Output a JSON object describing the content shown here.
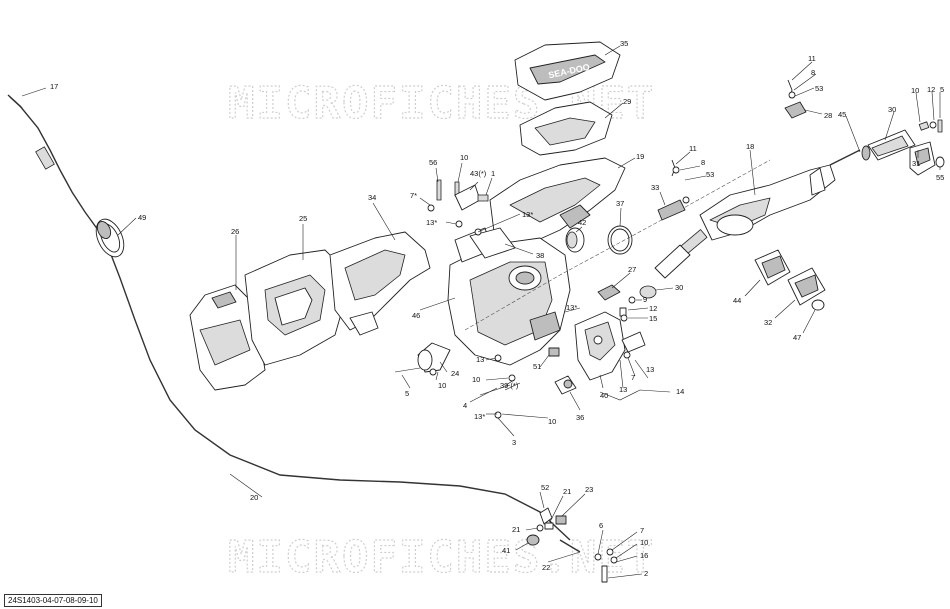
{
  "watermark": "MICROFICHES.NET",
  "reference": "24S1403-04-07-08-09-10",
  "logo_text": "SEA-DOO",
  "callouts": [
    {
      "id": "17",
      "label": "17"
    },
    {
      "id": "49",
      "label": "49"
    },
    {
      "id": "20",
      "label": "20"
    },
    {
      "id": "26",
      "label": "26"
    },
    {
      "id": "25",
      "label": "25"
    },
    {
      "id": "34",
      "label": "34"
    },
    {
      "id": "46",
      "label": "46"
    },
    {
      "id": "5",
      "label": "5"
    },
    {
      "id": "10a",
      "label": "10"
    },
    {
      "id": "24",
      "label": "24"
    },
    {
      "id": "7s",
      "label": "7*"
    },
    {
      "id": "56",
      "label": "56"
    },
    {
      "id": "10b",
      "label": "10"
    },
    {
      "id": "43",
      "label": "43(*)"
    },
    {
      "id": "1",
      "label": "1"
    },
    {
      "id": "13a",
      "label": "13*"
    },
    {
      "id": "13b",
      "label": "13*"
    },
    {
      "id": "38",
      "label": "38"
    },
    {
      "id": "35",
      "label": "35"
    },
    {
      "id": "29",
      "label": "29"
    },
    {
      "id": "19",
      "label": "19"
    },
    {
      "id": "42",
      "label": "42"
    },
    {
      "id": "37",
      "label": "37"
    },
    {
      "id": "27",
      "label": "27"
    },
    {
      "id": "13c",
      "label": "13*"
    },
    {
      "id": "13d",
      "label": "13"
    },
    {
      "id": "51",
      "label": "51"
    },
    {
      "id": "10c",
      "label": "10"
    },
    {
      "id": "39",
      "label": "39 (*)"
    },
    {
      "id": "4",
      "label": "4"
    },
    {
      "id": "10d",
      "label": "10"
    },
    {
      "id": "13e",
      "label": "13*"
    },
    {
      "id": "3",
      "label": "3"
    },
    {
      "id": "36",
      "label": "36"
    },
    {
      "id": "40",
      "label": "40"
    },
    {
      "id": "13f",
      "label": "13"
    },
    {
      "id": "7a",
      "label": "7"
    },
    {
      "id": "13g",
      "label": "13"
    },
    {
      "id": "14",
      "label": "14"
    },
    {
      "id": "9",
      "label": "9"
    },
    {
      "id": "12a",
      "label": "12"
    },
    {
      "id": "15",
      "label": "15"
    },
    {
      "id": "30a",
      "label": "30"
    },
    {
      "id": "11a",
      "label": "11"
    },
    {
      "id": "8a",
      "label": "8"
    },
    {
      "id": "53a",
      "label": "53"
    },
    {
      "id": "33",
      "label": "33"
    },
    {
      "id": "18",
      "label": "18"
    },
    {
      "id": "11b",
      "label": "11"
    },
    {
      "id": "8b",
      "label": "8"
    },
    {
      "id": "53b",
      "label": "53"
    },
    {
      "id": "28",
      "label": "28"
    },
    {
      "id": "45",
      "label": "45"
    },
    {
      "id": "30b",
      "label": "30"
    },
    {
      "id": "10e",
      "label": "10"
    },
    {
      "id": "12b",
      "label": "12"
    },
    {
      "id": "5b",
      "label": "5"
    },
    {
      "id": "31",
      "label": "31"
    },
    {
      "id": "55",
      "label": "55"
    },
    {
      "id": "44",
      "label": "44"
    },
    {
      "id": "32",
      "label": "32"
    },
    {
      "id": "47",
      "label": "47"
    },
    {
      "id": "52",
      "label": "52"
    },
    {
      "id": "21a",
      "label": "21"
    },
    {
      "id": "23",
      "label": "23"
    },
    {
      "id": "21b",
      "label": "21"
    },
    {
      "id": "41",
      "label": "41"
    },
    {
      "id": "22",
      "label": "22"
    },
    {
      "id": "6",
      "label": "6"
    },
    {
      "id": "7b",
      "label": "7"
    },
    {
      "id": "10f",
      "label": "10"
    },
    {
      "id": "16",
      "label": "16"
    },
    {
      "id": "2",
      "label": "2"
    }
  ]
}
